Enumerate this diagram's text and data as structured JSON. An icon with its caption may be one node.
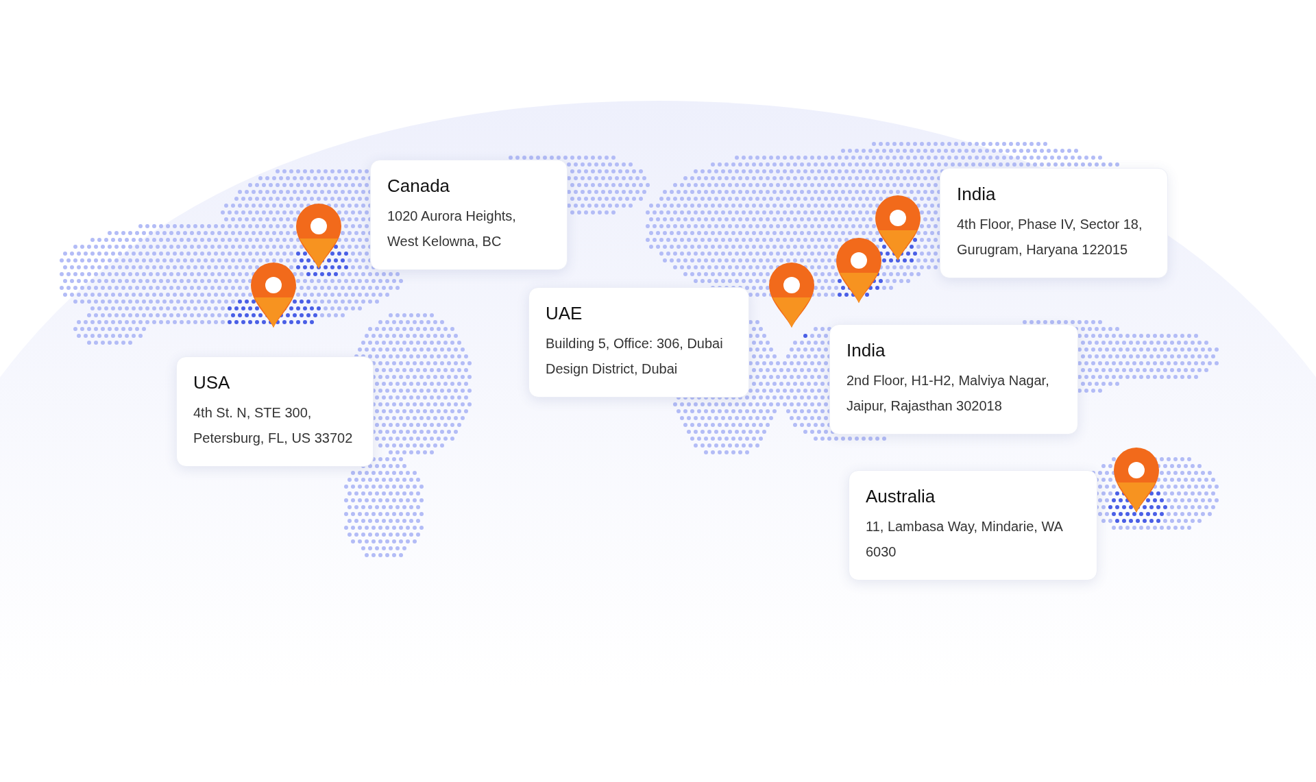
{
  "diagram": {
    "nodes": [
      {
        "text": [
          "Canada",
          "1020 Aurora Heights, West Kelowna, BC"
        ]
      },
      {
        "text": [
          "USA",
          "4th St. N, STE 300, Petersburg, FL, US 33702"
        ]
      },
      {
        "text": [
          "UAE",
          "Building 5, Office: 306, Dubai Design District, Dubai"
        ]
      },
      {
        "text": [
          "India",
          "4th Floor, Phase IV, Sector 18, Gurugram, Haryana 122015"
        ]
      },
      {
        "text": [
          "India",
          "2nd Floor, H1-H2, Malviya Nagar, Jaipur, Rajasthan 302018"
        ]
      },
      {
        "text": [
          "Australia",
          "11, Lambasa Way, Mindarie, WA 6030"
        ]
      }
    ]
  }
}
